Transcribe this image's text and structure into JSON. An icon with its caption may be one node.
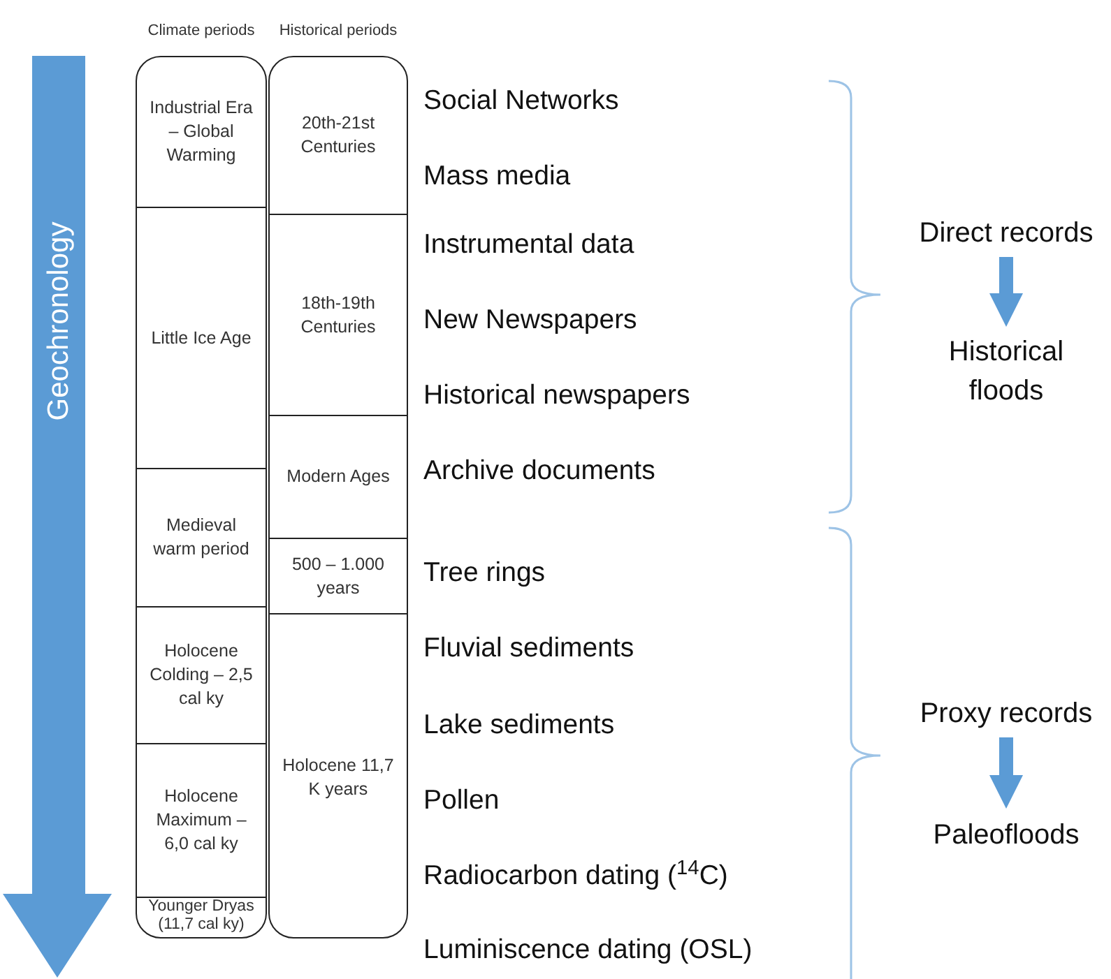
{
  "diagram": {
    "nodes": [
      {
        "text": [
          "Geochronology"
        ]
      },
      {
        "text": [
          "Climate periods"
        ]
      },
      {
        "text": [
          "Industrial Era – Global Warming"
        ],
        "in": 1
      },
      {
        "text": [
          "Little Ice Age"
        ],
        "in": 1
      },
      {
        "text": [
          "Medieval warm period"
        ],
        "in": 1
      },
      {
        "text": [
          "Holocene Colding – 2,5 cal ky"
        ],
        "in": 1
      },
      {
        "text": [
          "Holocene Maximum – 6,0 cal ky"
        ],
        "in": 1
      },
      {
        "text": [
          "Younger Dryas (11,7 cal ky)"
        ],
        "in": 1
      },
      {
        "text": [
          "Historical periods"
        ]
      },
      {
        "text": [
          "20th-21st Centuries"
        ],
        "in": 8
      },
      {
        "text": [
          "18th-19th Centuries"
        ],
        "in": 8
      },
      {
        "text": [
          "Modern Ages"
        ],
        "in": 8
      },
      {
        "text": [
          "500 – 1.000 years"
        ],
        "in": 8
      },
      {
        "text": [
          "Holocene 11,7 K years"
        ],
        "in": 8
      },
      {
        "text": [
          "Direct records"
        ]
      },
      {
        "text": [
          "Historical floods"
        ]
      },
      {
        "text": [
          "Proxy records"
        ]
      },
      {
        "text": [
          "Paleofloods"
        ]
      }
    ],
    "edges": [
      {
        "from": 14,
        "to": 15,
        "arrow": "to"
      },
      {
        "from": 16,
        "to": 17,
        "arrow": "to"
      }
    ],
    "labels": [
      "Social Networks",
      "Mass media",
      "Instrumental data",
      "New Newspapers",
      "Historical newspapers",
      "Archive documents",
      "Tree rings",
      "Fluvial sediments",
      "Lake sediments",
      "Pollen",
      "Radiocarbon dating ($^{14}$C)",
      "Luminiscence dating (OSL)"
    ]
  }
}
